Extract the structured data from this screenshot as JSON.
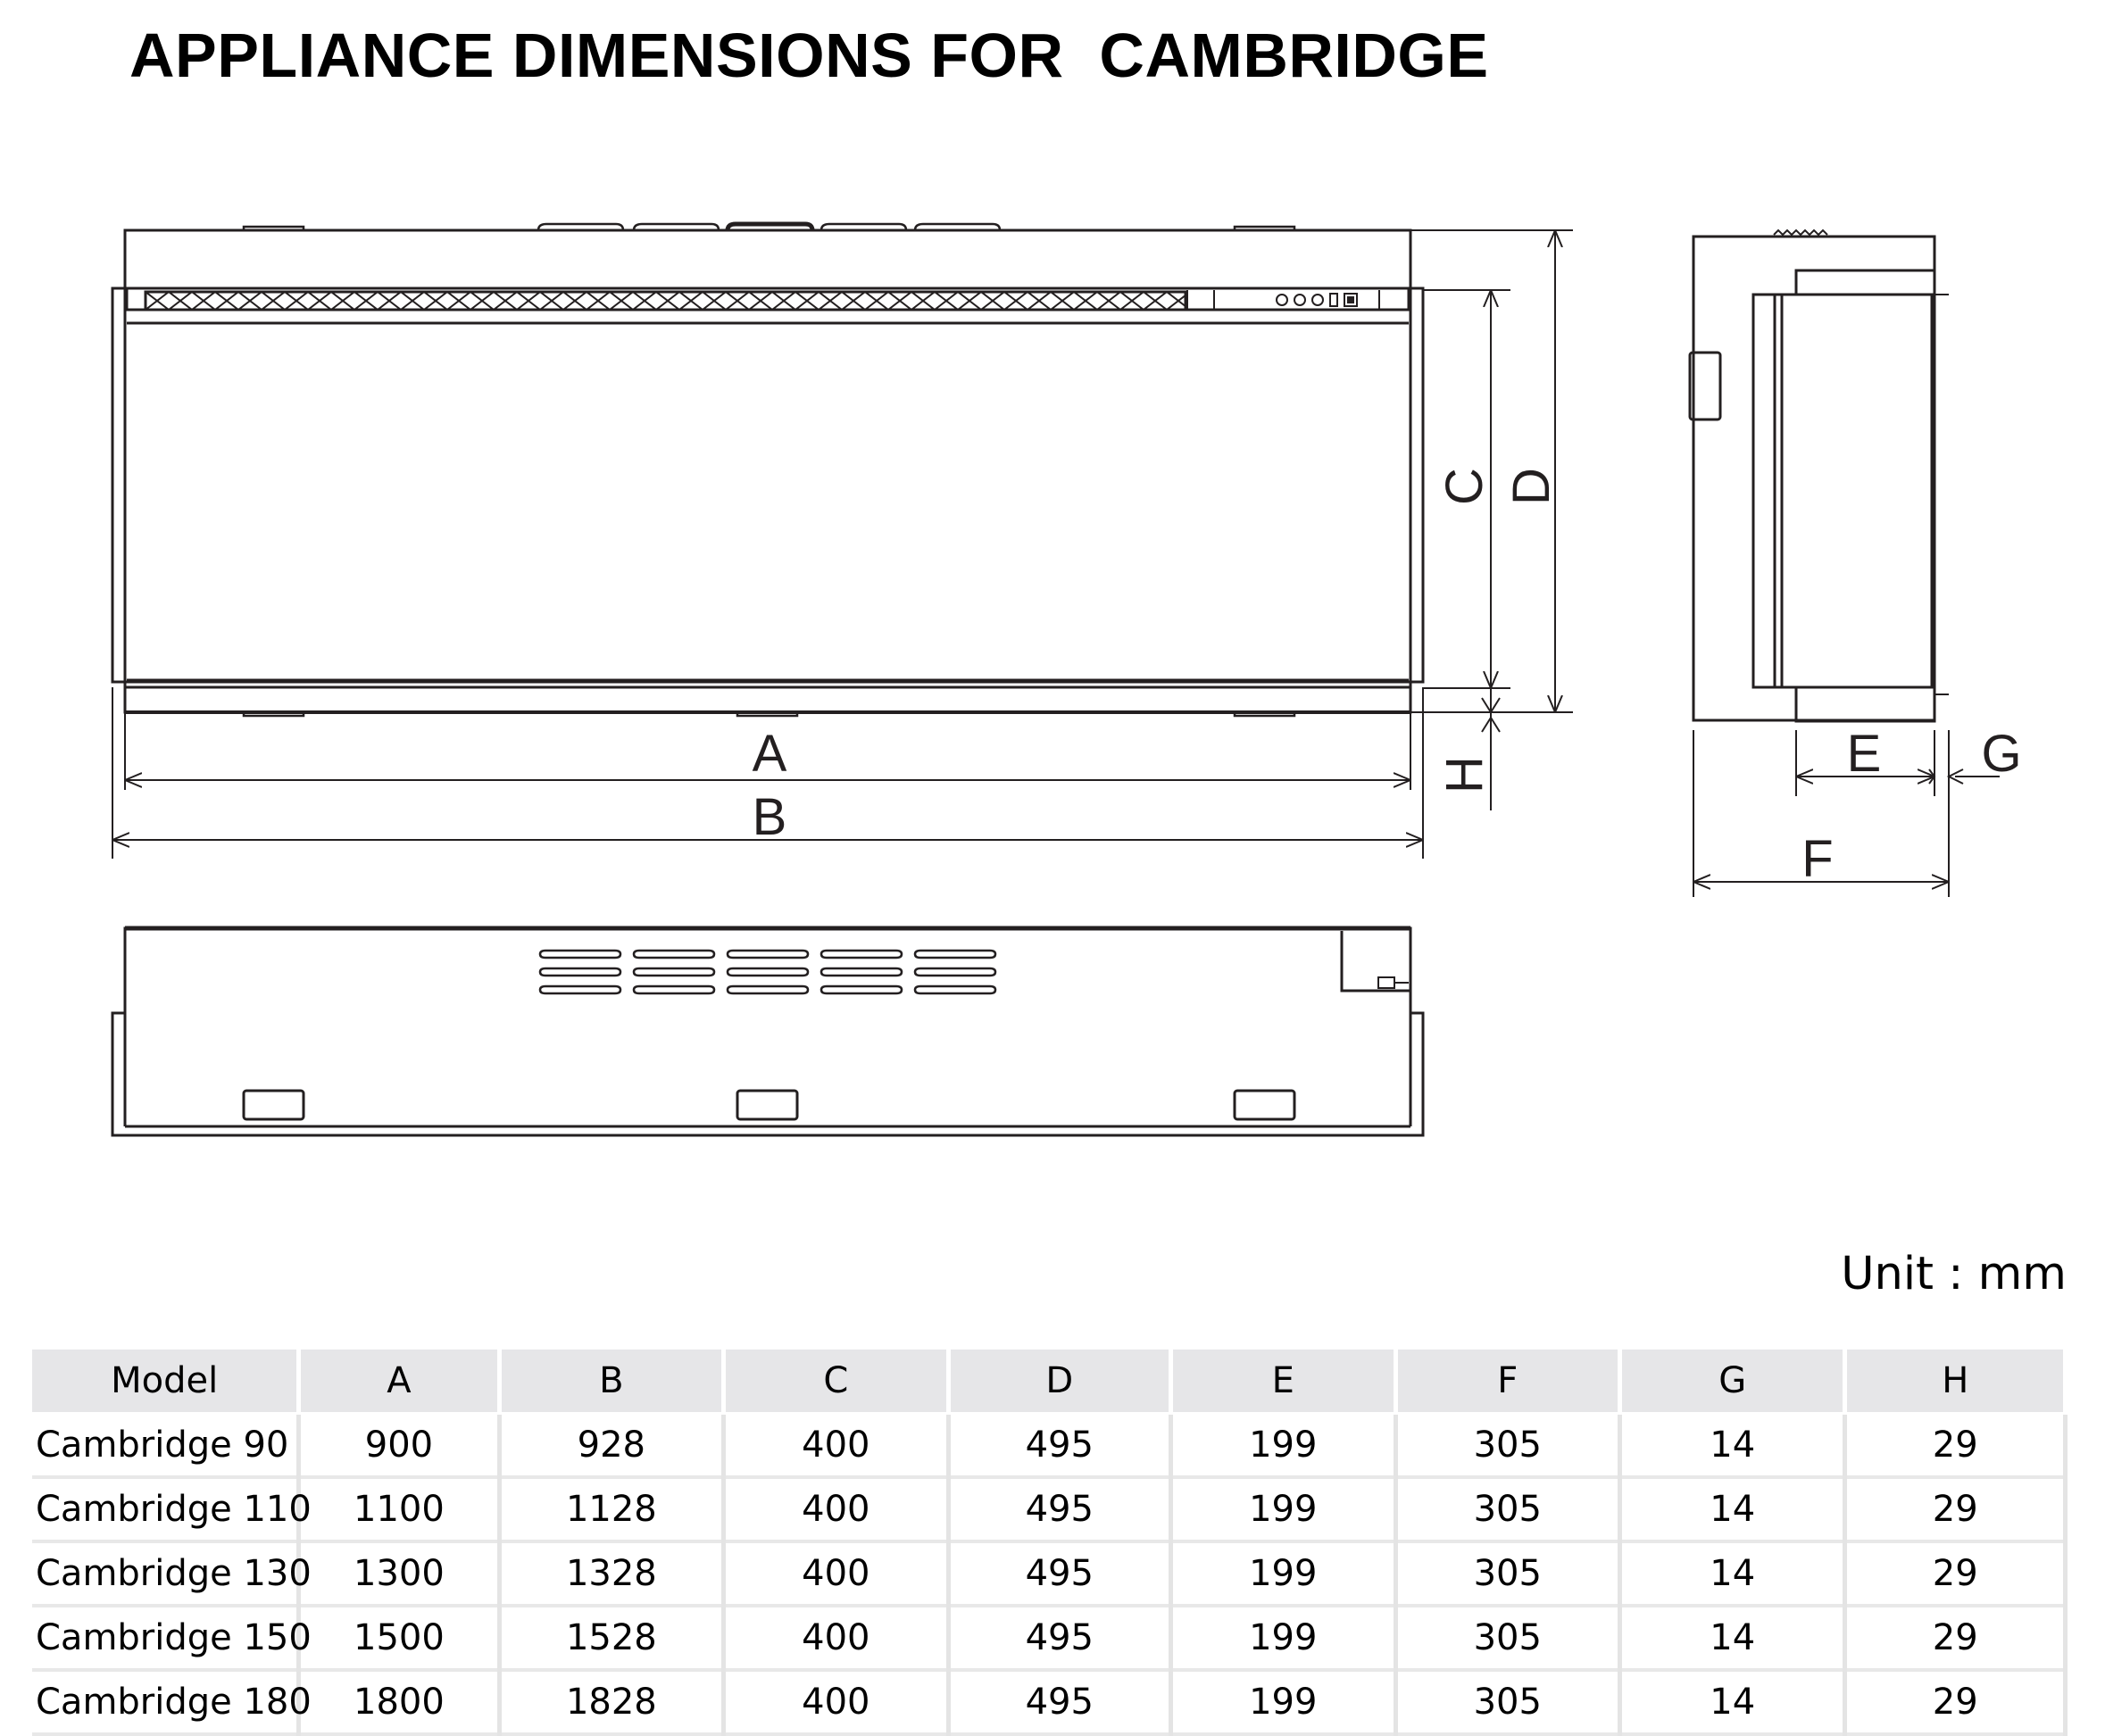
{
  "title": "APPLIANCE DIMENSIONS FOR  CAMBRIDGE",
  "unit_label": "Unit : mm",
  "dimension_labels": {
    "A": "A",
    "B": "B",
    "C": "C",
    "D": "D",
    "E": "E",
    "F": "F",
    "G": "G",
    "H": "H"
  },
  "table": {
    "headers": [
      "Model",
      "A",
      "B",
      "C",
      "D",
      "E",
      "F",
      "G",
      "H"
    ],
    "rows": [
      [
        "Cambridge 90",
        "900",
        "928",
        "400",
        "495",
        "199",
        "305",
        "14",
        "29"
      ],
      [
        "Cambridge 110",
        "1100",
        "1128",
        "400",
        "495",
        "199",
        "305",
        "14",
        "29"
      ],
      [
        "Cambridge 130",
        "1300",
        "1328",
        "400",
        "495",
        "199",
        "305",
        "14",
        "29"
      ],
      [
        "Cambridge 150",
        "1500",
        "1528",
        "400",
        "495",
        "199",
        "305",
        "14",
        "29"
      ],
      [
        "Cambridge 180",
        "1800",
        "1828",
        "400",
        "495",
        "199",
        "305",
        "14",
        "29"
      ]
    ]
  },
  "colors": {
    "line": "#231f20",
    "header_bg": "#e6e6e8",
    "grid": "#e4e4e4"
  }
}
